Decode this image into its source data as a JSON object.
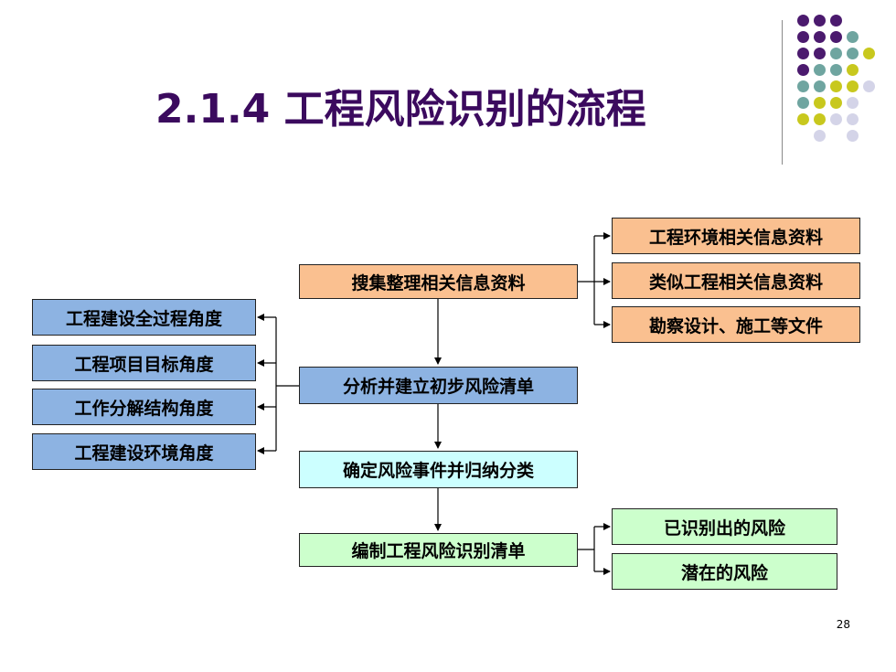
{
  "slide": {
    "title": "2.1.4 工程风险识别的流程",
    "page_number": "28"
  },
  "flow": {
    "collect": "搜集整理相关信息资料",
    "analyze": "分析并建立初步风险清单",
    "determine": "确定风险事件并归纳分类",
    "compile": "编制工程风险识别清单"
  },
  "sources": [
    "工程环境相关信息资料",
    "类似工程相关信息资料",
    "勘察设计、施工等文件"
  ],
  "perspectives": [
    "工程建设全过程角度",
    "工程项目目标角度",
    "工作分解结构角度",
    "工程建设环境角度"
  ],
  "outputs": [
    "已识别出的风险",
    "潜在的风险"
  ],
  "colors": {
    "title": "#3b0a5e",
    "orange_box": "#fac090",
    "blue_box": "#8db3e2",
    "cyan_box": "#ccffff",
    "green_box": "#ccffcc",
    "dot_purple": "#4b1a6e",
    "dot_teal": "#6fa5a0",
    "dot_olive": "#c8c81e",
    "dot_lavender": "#d4d4e8"
  }
}
